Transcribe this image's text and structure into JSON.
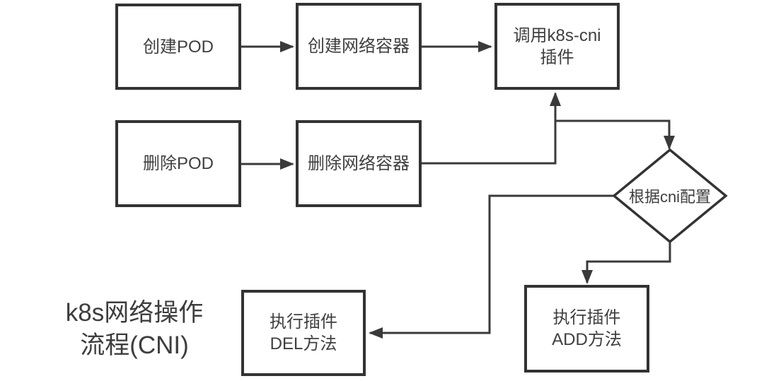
{
  "diagram": {
    "title": "k8s网络操作\n流程(CNI)",
    "nodes": {
      "create_pod": "创建POD",
      "create_net_container": "创建网络容器",
      "call_cni_plugin": "调用k8s-cni\n插件",
      "delete_pod": "删除POD",
      "delete_net_container": "删除网络容器",
      "decision_cni_config": "根据cni配置",
      "exec_add": "执行插件\nADD方法",
      "exec_del": "执行插件\nDEL方法"
    },
    "colors": {
      "line": "#3a3a3a",
      "border": "#333333",
      "text": "#3f3f3f",
      "background": "#ffffff"
    }
  }
}
